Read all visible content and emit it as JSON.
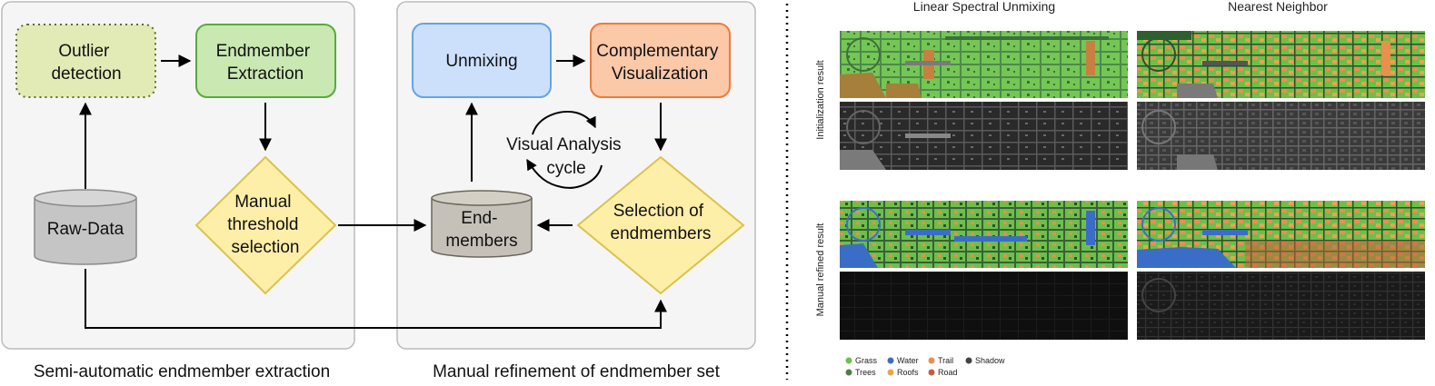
{
  "panels": {
    "left_caption": "Semi-automatic endmember extraction",
    "middle_caption": "Manual refinement of endmember set"
  },
  "nodes": {
    "outlier": [
      "Outlier",
      "detection"
    ],
    "extraction": [
      "Endmember",
      "Extraction"
    ],
    "rawdata": "Raw-Data",
    "threshold": [
      "Manual",
      "threshold",
      "selection"
    ],
    "unmixing": "Unmixing",
    "complementary": [
      "Complementary",
      "Visualization"
    ],
    "endmembers": [
      "End-",
      "members"
    ],
    "selection": [
      "Selection of",
      "endmembers"
    ],
    "cycle": [
      "Visual Analysis",
      "cycle"
    ]
  },
  "results": {
    "col_titles": [
      "Linear Spectral Unmixing",
      "Nearest Neighbor"
    ],
    "row_labels": [
      "Initialization result",
      "Manual refined result"
    ]
  },
  "legend": [
    {
      "label": "Grass",
      "color": "#6cc04a"
    },
    {
      "label": "Water",
      "color": "#3a6ec6"
    },
    {
      "label": "Trail",
      "color": "#e8904c"
    },
    {
      "label": "Shadow",
      "color": "#444444"
    },
    {
      "label": "Trees",
      "color": "#4e7d4a"
    },
    {
      "label": "Roofs",
      "color": "#f0a050"
    },
    {
      "label": "Road",
      "color": "#c0603c"
    }
  ],
  "colors": {
    "panel_bg": "#f5f5f5",
    "panel_border": "#bbbbbb",
    "outlier_fill": "#e2ebb5",
    "extraction_fill": "#c9e8b2",
    "extraction_stroke": "#5aaa3c",
    "unmixing_fill": "#cce0fb",
    "unmixing_stroke": "#66a4e6",
    "complementary_fill": "#fbc8a8",
    "complementary_stroke": "#f07a38",
    "diamond_fill": "#fdeea8",
    "diamond_stroke": "#dcc24a",
    "cylinder_fill": "#c5c1b8"
  }
}
